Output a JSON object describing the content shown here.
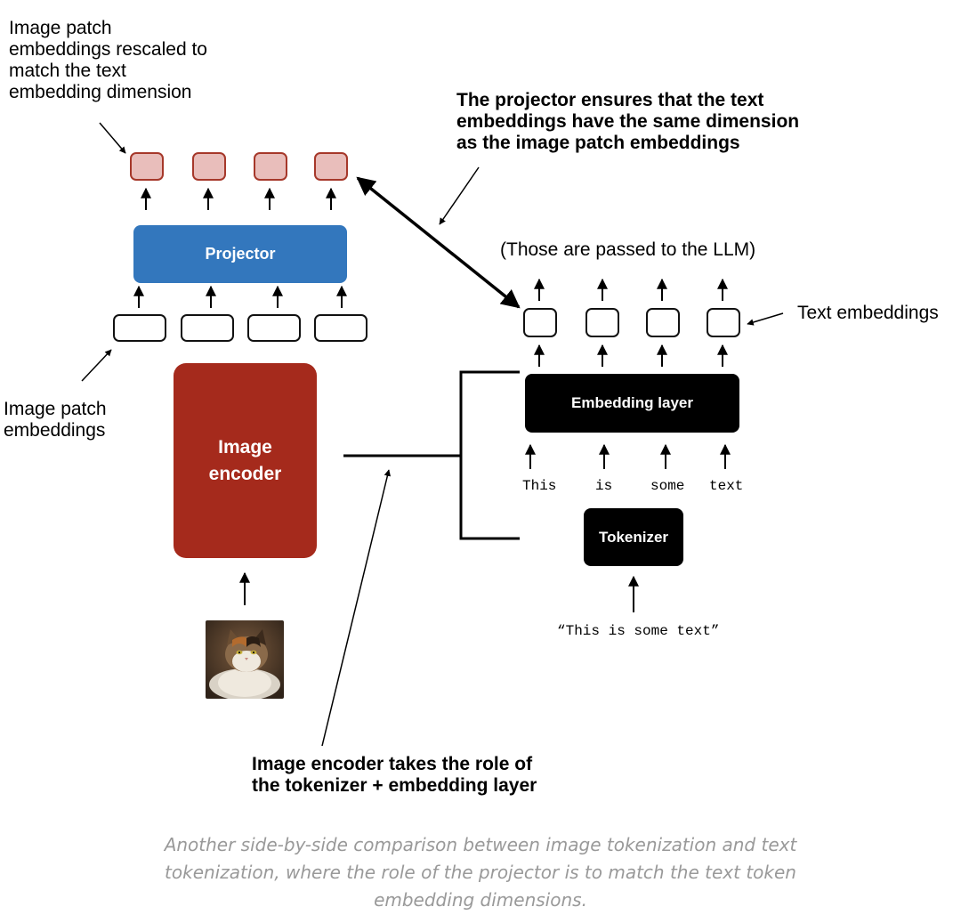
{
  "labels": {
    "patch_rescaled": [
      "Image patch",
      "embeddings rescaled to",
      "match the text",
      "embedding dimension"
    ],
    "projector_note": [
      "The projector ensures that the text",
      "embeddings have the same dimension",
      "as the image patch embeddings"
    ],
    "passed_to_llm": "(Those are passed to the LLM)",
    "text_embeddings": "Text embeddings",
    "patch_embeddings": [
      "Image patch",
      "embeddings"
    ],
    "encoder_role": [
      "Image encoder takes the role of",
      "the tokenizer + embedding layer"
    ],
    "tokens": [
      "This",
      "is",
      "some",
      "text"
    ],
    "input_text": "“This is some text”"
  },
  "boxes": {
    "projector": "Projector",
    "image_encoder": [
      "Image",
      "encoder"
    ],
    "embedding_layer": "Embedding layer",
    "tokenizer": "Tokenizer"
  },
  "caption": [
    "Another side-by-side comparison between image tokenization and text",
    "tokenization, where the role of the projector is to match the text token",
    "embedding dimensions."
  ],
  "colors": {
    "projector": "#3377bd",
    "image_encoder": "#a52a1c",
    "rescaled_patch_fill": "#e9bebb",
    "rescaled_patch_border": "#a6382a",
    "dark_box": "#000000",
    "caption_text": "#999999"
  },
  "icons": [
    "cat-photo"
  ]
}
